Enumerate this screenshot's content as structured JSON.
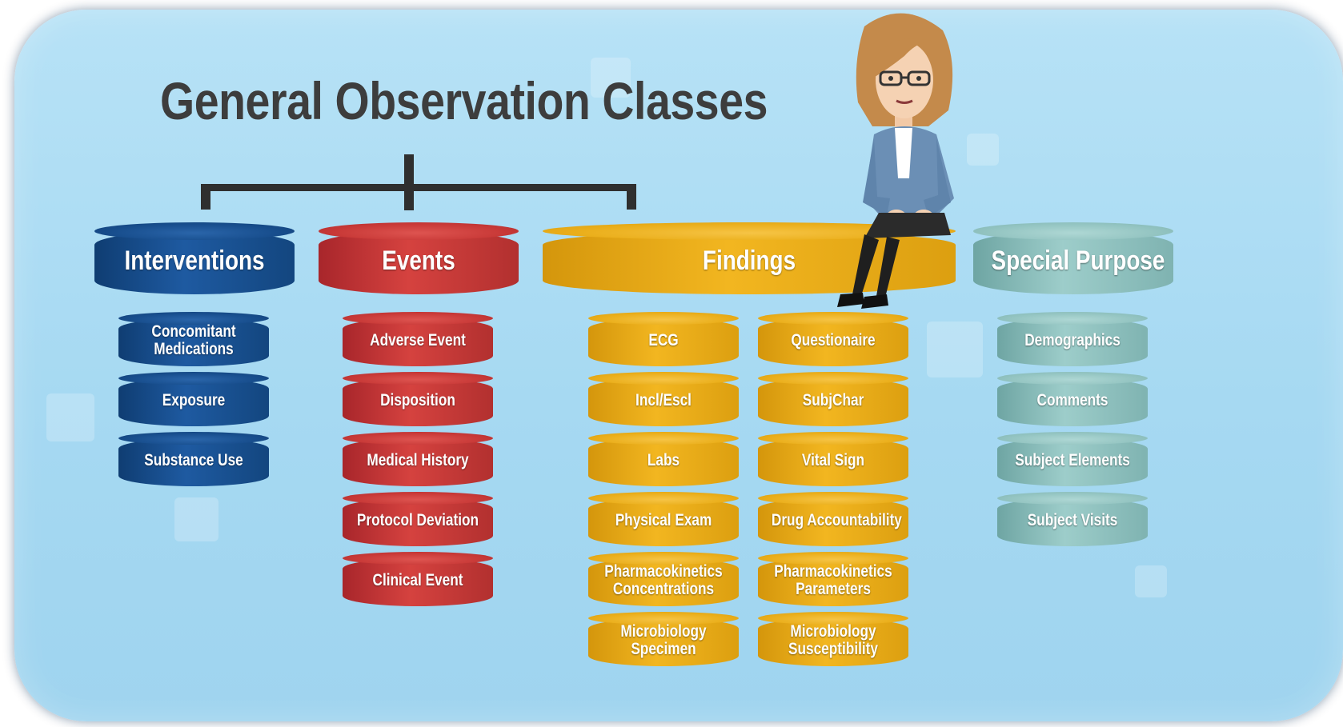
{
  "title": "General Observation Classes",
  "colors": {
    "interventions": "#174d8c",
    "events": "#c83937",
    "findings": "#eaae1a",
    "special_purpose": "#93c4c1",
    "background": "#a6d9f2",
    "title_text": "#3d3d3d"
  },
  "classes": {
    "interventions": {
      "label": "Interventions",
      "items": [
        [
          "Concomitant",
          "Medications"
        ],
        [
          "Exposure"
        ],
        [
          "Substance Use"
        ]
      ]
    },
    "events": {
      "label": "Events",
      "items": [
        [
          "Adverse Event"
        ],
        [
          "Disposition"
        ],
        [
          "Medical History"
        ],
        [
          "Protocol Deviation"
        ],
        [
          "Clinical Event"
        ]
      ]
    },
    "findings": {
      "label": "Findings",
      "left_items": [
        [
          "ECG"
        ],
        [
          "Incl/Escl"
        ],
        [
          "Labs"
        ],
        [
          "Physical Exam"
        ],
        [
          "Pharmacokinetics",
          "Concentrations"
        ],
        [
          "Microbiology",
          "Specimen"
        ]
      ],
      "right_items": [
        [
          "Questionaire"
        ],
        [
          "SubjChar"
        ],
        [
          "Vital Sign"
        ],
        [
          "Drug Accountability"
        ],
        [
          "Pharmacokinetics",
          "Parameters"
        ],
        [
          "Microbiology",
          "Susceptibility"
        ]
      ]
    },
    "special_purpose": {
      "label": "Special Purpose",
      "items": [
        [
          "Demographics"
        ],
        [
          "Comments"
        ],
        [
          "Subject Elements"
        ],
        [
          "Subject Visits"
        ]
      ]
    }
  }
}
